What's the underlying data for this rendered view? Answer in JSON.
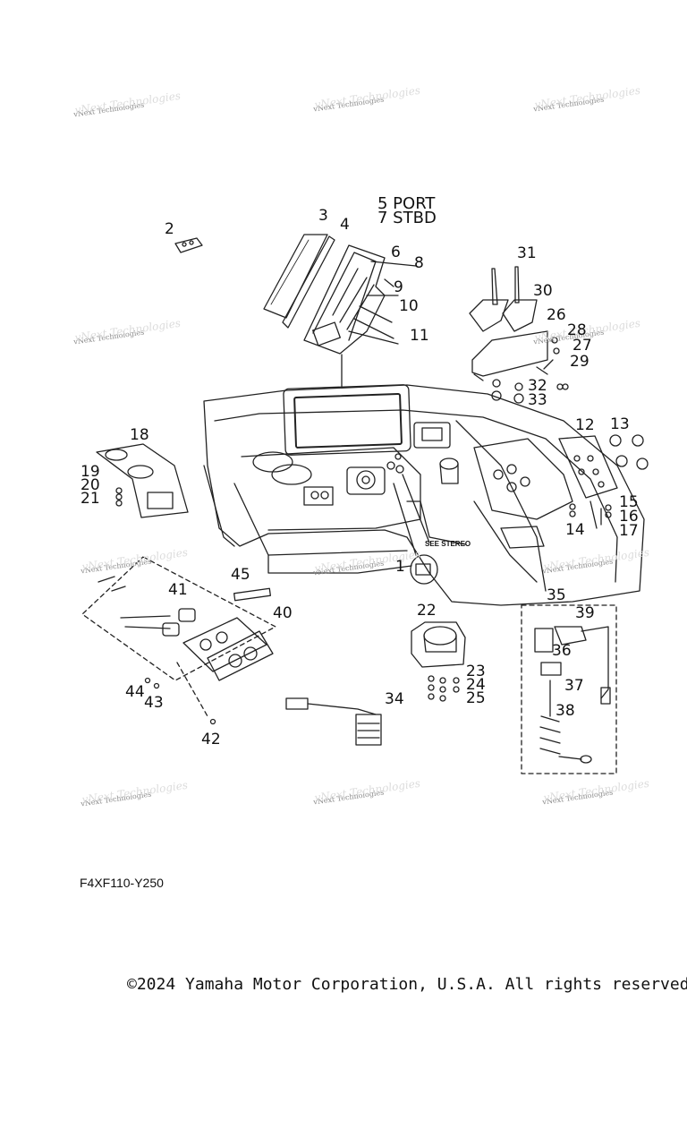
{
  "watermark_text": "vNext Technologies",
  "stereo_note": "SEE STEREO",
  "diagram_code": "F4XF110-Y250",
  "copyright": "©2024 Yamaha Motor Corporation, U.S.A. All rights reserved.",
  "callouts": {
    "c1": "1",
    "c2": "2",
    "c3": "3",
    "c4": "4",
    "c5": "5 PORT",
    "c6": "6",
    "c7": "7 STBD",
    "c8": "8",
    "c9": "9",
    "c10": "10",
    "c11": "11",
    "c12": "12",
    "c13": "13",
    "c14": "14",
    "c15": "15",
    "c16": "16",
    "c17": "17",
    "c18": "18",
    "c19": "19",
    "c20": "20",
    "c21": "21",
    "c22": "22",
    "c23": "23",
    "c24": "24",
    "c25": "25",
    "c26": "26",
    "c27": "27",
    "c28": "28",
    "c29": "29",
    "c30": "30",
    "c31": "31",
    "c32": "32",
    "c33": "33",
    "c34": "34",
    "c35": "35",
    "c36": "36",
    "c37": "37",
    "c38": "38",
    "c39": "39",
    "c40": "40",
    "c41": "41",
    "c42": "42",
    "c43": "43",
    "c44": "44",
    "c45": "45"
  }
}
